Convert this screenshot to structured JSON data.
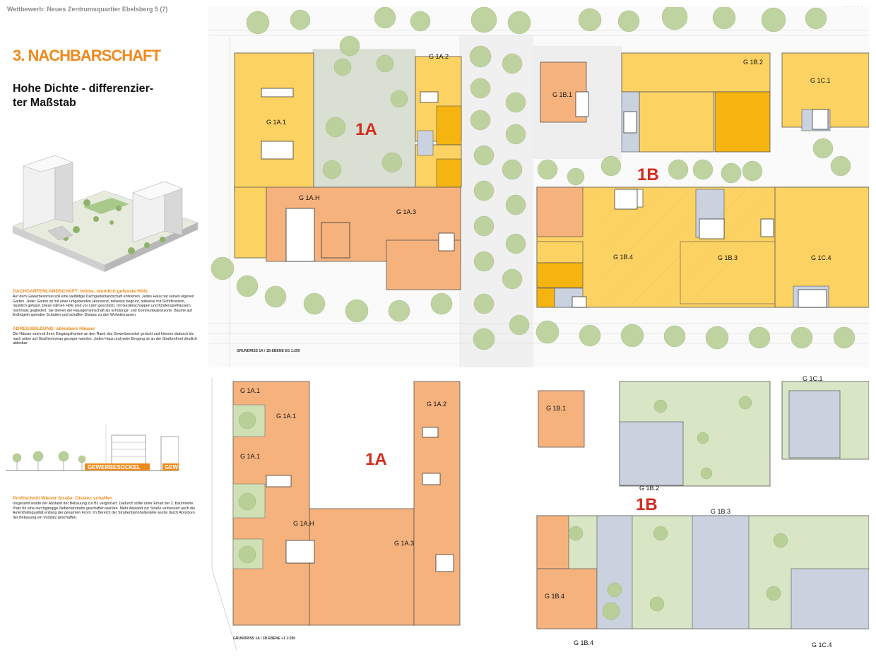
{
  "header": {
    "title": "Wettbewerb: Neues Zentrumsquartier Ebelsberg  5 (7)",
    "code": "120321"
  },
  "section": {
    "title": "3. NACHBARSCHAFT",
    "subtitle_line1": "Hohe Dichte - differenzier-",
    "subtitle_line2": "ter Maßstab"
  },
  "texts": {
    "dach_heading": "DACHGARTENLANDSCHAFT:  intime, räumlich gefasste Höfe",
    "dach_body": "Auf dem Gewerbesockel soll eine vielfältige Dachgartenlandschaft entstehen. Jedes Haus hat seinen eigenen Garten. Jeder Garten ist mit einer umgebenden Holzwand, teilweise begrünt, teilweise mit Sichtfenstern, räumlich gefasst. Diese intimen Höfe sind vor Lärm geschützt, mit Geräteschuppen und Kinderspielhäusern nochmals gegliedert. Sie dienen der Hausgemeinschaft als Erholungs- und Kommunikationsorte. Bäume auf Erdhügeln spenden Schatten und schaffen Distanz zu den Wohnterrassen.",
    "adress_heading": "ADRESSBILDUNG:  ablesbare Häuser",
    "adress_body": "Die Häuser sind mit  ihren Eingangsfronten an den Rand des Gewerbesockel gerückt und können dadurch bis nach unten auf Straßenniveau gezogen werden. Jedes Haus und jeder Eingang ist an der Straßenfront deutlich ablesbar.",
    "profil_heading": "Profilschnitt Wiener Straße: Distanz schaffen",
    "profil_body": "Insgesamt wurde der Abstand der Bebauung zur B1 vergrößert. Dadurch sollte unter Erhalt der 2. Baumreihe Platz für eine durchgängige Nebenfahrbahn geschaffen werden. Mehr Abstand zur Straße verbessert auch die Aufenthaltsqualität entlang der gesamten Front. Im Bereich der Straßenbahnhaltestelle wurde durch Abrücken der Bebauung ein Vorplatz geschaffen.",
    "section_label": "GEWERBESOCKEL",
    "section_label2": "GEW"
  },
  "captions": {
    "plan_eg": "GRUNDRISS 1A / 1B   EBENE EG   1:250",
    "plan_1": "GRUNDRISS 1A / 1B   EBENE +1   1:250"
  },
  "labels_top": {
    "g1a1": "G 1A.1",
    "g1a2": "G 1A.2",
    "g1ah": "G 1A.H",
    "g1a3": "G 1A.3",
    "g1b1": "G 1B.1",
    "g1b2": "G 1B.2",
    "g1c1": "G 1C.1",
    "g1b4": "G 1B.4",
    "g1b3": "G 1B.3",
    "g1c4": "G 1C.4",
    "zone_1a": "1A",
    "zone_1b": "1B"
  },
  "labels_bottom": {
    "g1a1_a": "G 1A.1",
    "g1a1_b": "G 1A.1",
    "g1a1_c": "G 1A.1",
    "g1a2": "G 1A.2",
    "g1ah": "G 1A.H",
    "g1a3": "G 1A.3",
    "g1b1": "G 1B.1",
    "g1c1": "G 1C.1",
    "g1b2": "G 1B.2",
    "g1b3": "G 1B.3",
    "g1b4_a": "G 1B.4",
    "g1b4_b": "G 1B.4",
    "g1c4": "G 1C.4",
    "zone_1a": "1A",
    "zone_1b": "1B"
  },
  "colors": {
    "orange_title": "#ee8a1c",
    "zone_red": "#d42b1e",
    "yellow": "#fcd263",
    "deep_yellow": "#f5b40f",
    "orange_fill": "#f6b27d",
    "blue_grey": "#c9d2de",
    "green": "#cfe0b4",
    "tree": "#b9cf98"
  }
}
